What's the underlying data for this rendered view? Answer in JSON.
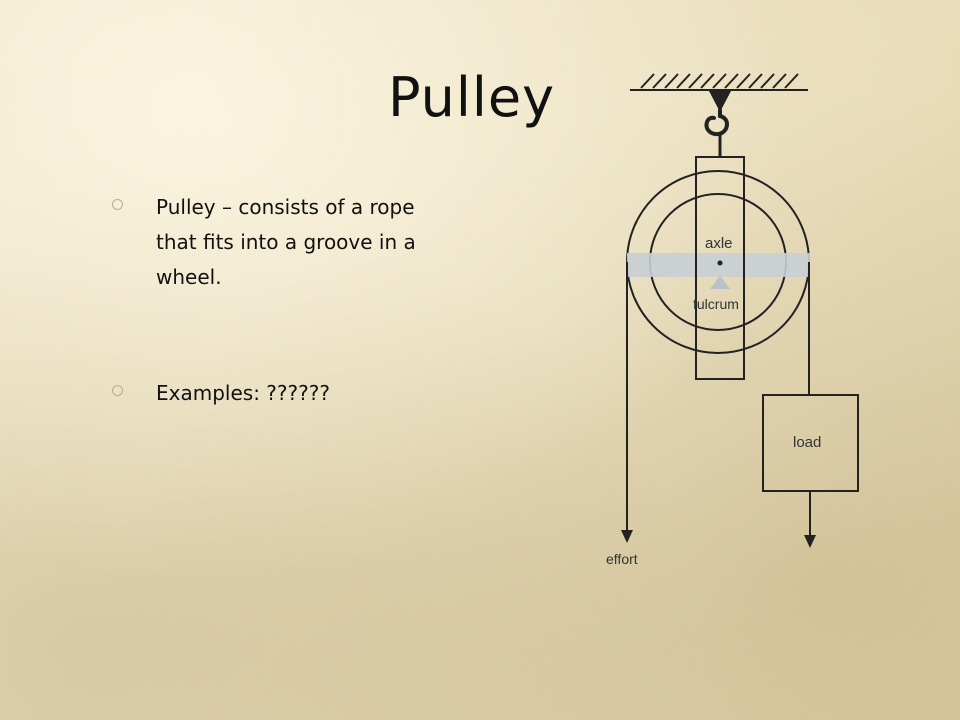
{
  "slide": {
    "title": "Pulley",
    "bullets": [
      {
        "text": "Pulley – consists of a rope that fits into a groove in a wheel."
      },
      {
        "text": "Examples: ??????"
      }
    ]
  },
  "diagram": {
    "labels": {
      "axle": "axle",
      "fulcrum": "fulcrum",
      "load": "load",
      "effort": "effort"
    }
  }
}
